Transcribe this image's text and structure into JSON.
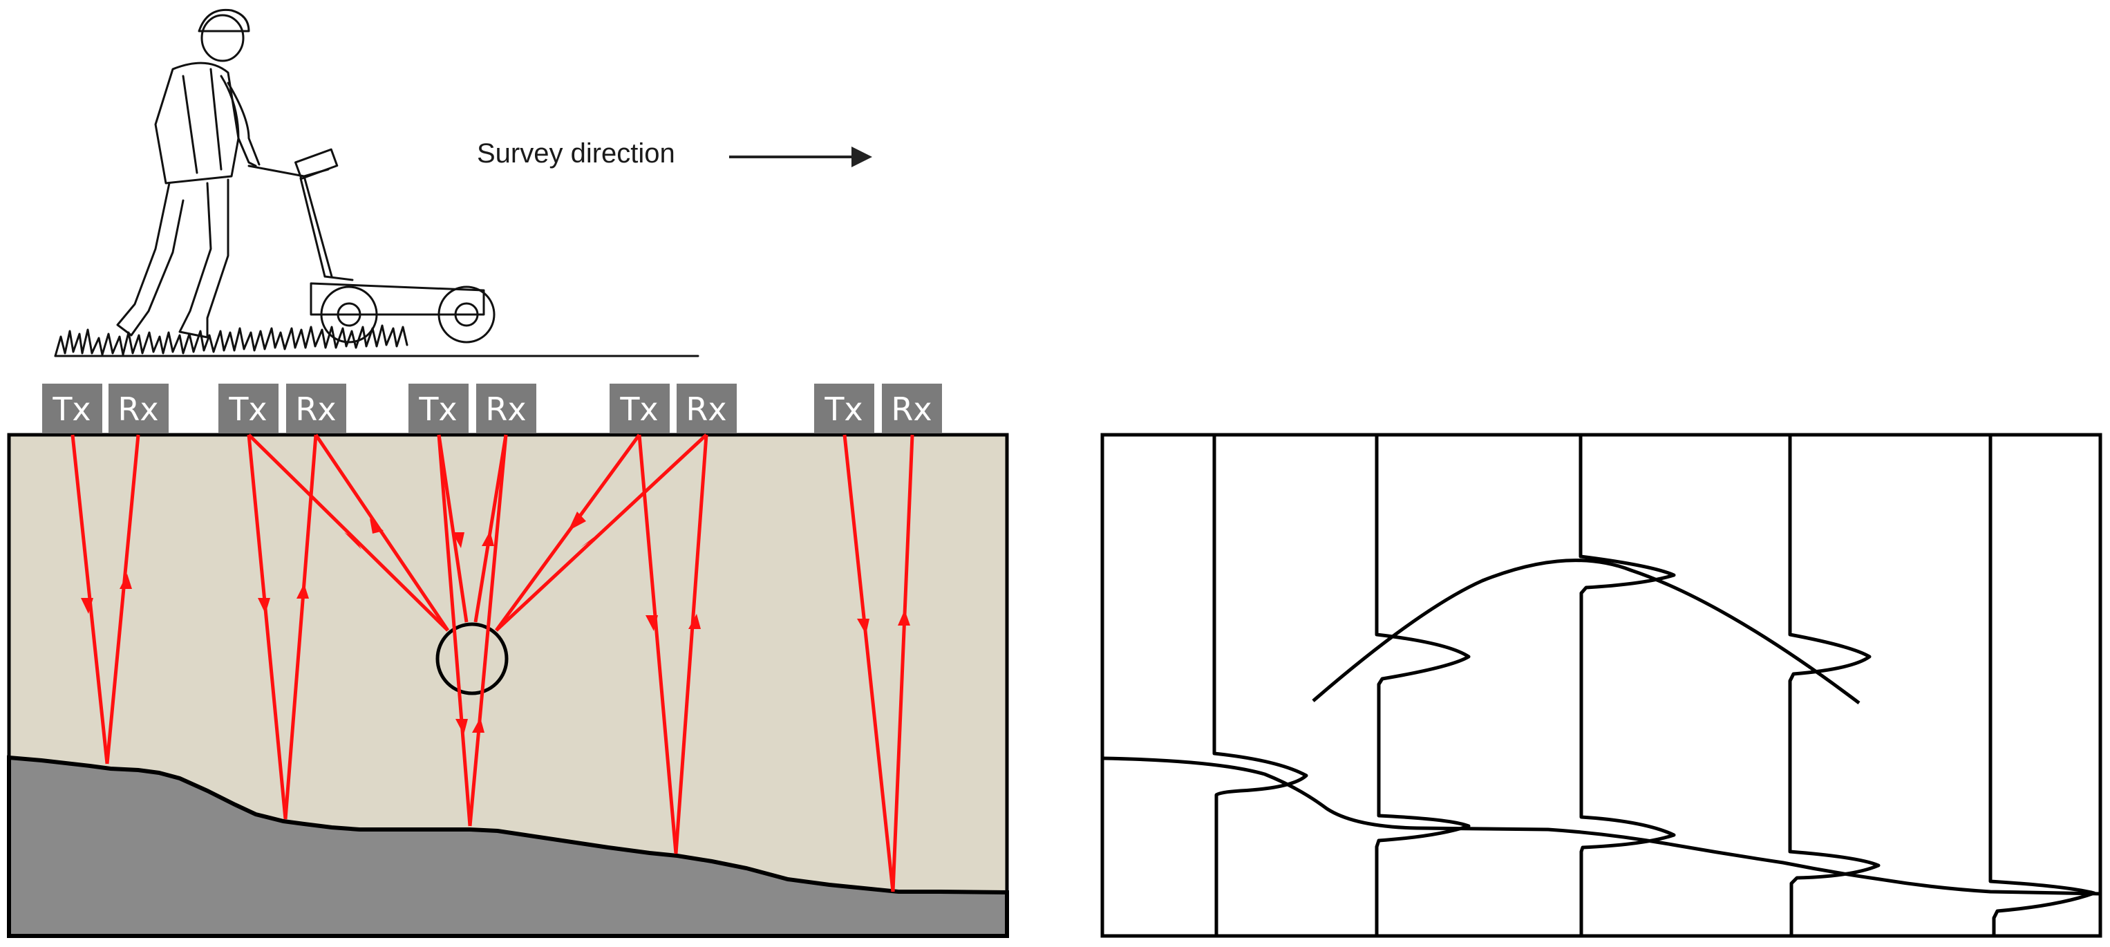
{
  "survey": {
    "direction_label": "Survey direction"
  },
  "antennas": [
    {
      "tx_label": "Tx",
      "rx_label": "Rx"
    },
    {
      "tx_label": "Tx",
      "rx_label": "Rx"
    },
    {
      "tx_label": "Tx",
      "rx_label": "Rx"
    },
    {
      "tx_label": "Tx",
      "rx_label": "Rx"
    },
    {
      "tx_label": "Tx",
      "rx_label": "Rx"
    }
  ],
  "colors": {
    "ground": "#ddd8c8",
    "bedrock": "#8a8a8a",
    "ray": "#ff1010",
    "label_box": "#7b7b7b",
    "label_text": "#ffffff"
  }
}
